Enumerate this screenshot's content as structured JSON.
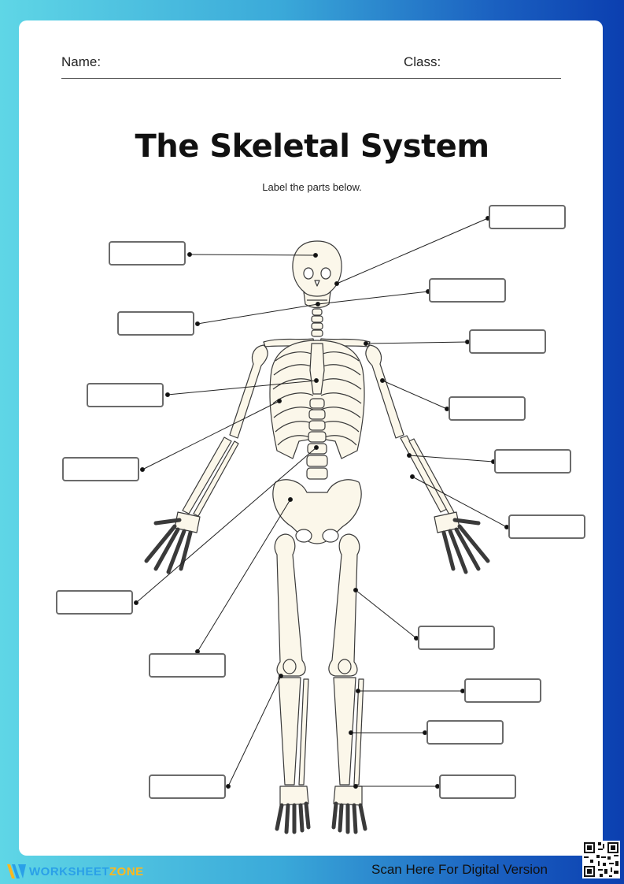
{
  "header": {
    "name_label": "Name:",
    "class_label": "Class:"
  },
  "title": "The Skeletal System",
  "instruction": "Label the parts below.",
  "label_boxes": [
    {
      "id": "skull"
    },
    {
      "id": "jaw-top"
    },
    {
      "id": "mandible"
    },
    {
      "id": "cervical"
    },
    {
      "id": "clavicle"
    },
    {
      "id": "sternum"
    },
    {
      "id": "humerus"
    },
    {
      "id": "ribs"
    },
    {
      "id": "radius"
    },
    {
      "id": "ulna"
    },
    {
      "id": "spine"
    },
    {
      "id": "femur-right"
    },
    {
      "id": "pelvis"
    },
    {
      "id": "patella"
    },
    {
      "id": "tibia"
    },
    {
      "id": "fibula"
    },
    {
      "id": "ankle"
    },
    {
      "id": "leg-left"
    }
  ],
  "footer": {
    "brand_part1": "WORKSHEET",
    "brand_part2": "ZONE",
    "scan_text": "Scan Here For Digital Version"
  },
  "colors": {
    "brand_blue": "#2aa0e8",
    "brand_yellow": "#ffb81c",
    "bone_fill": "#fbf7ea"
  }
}
